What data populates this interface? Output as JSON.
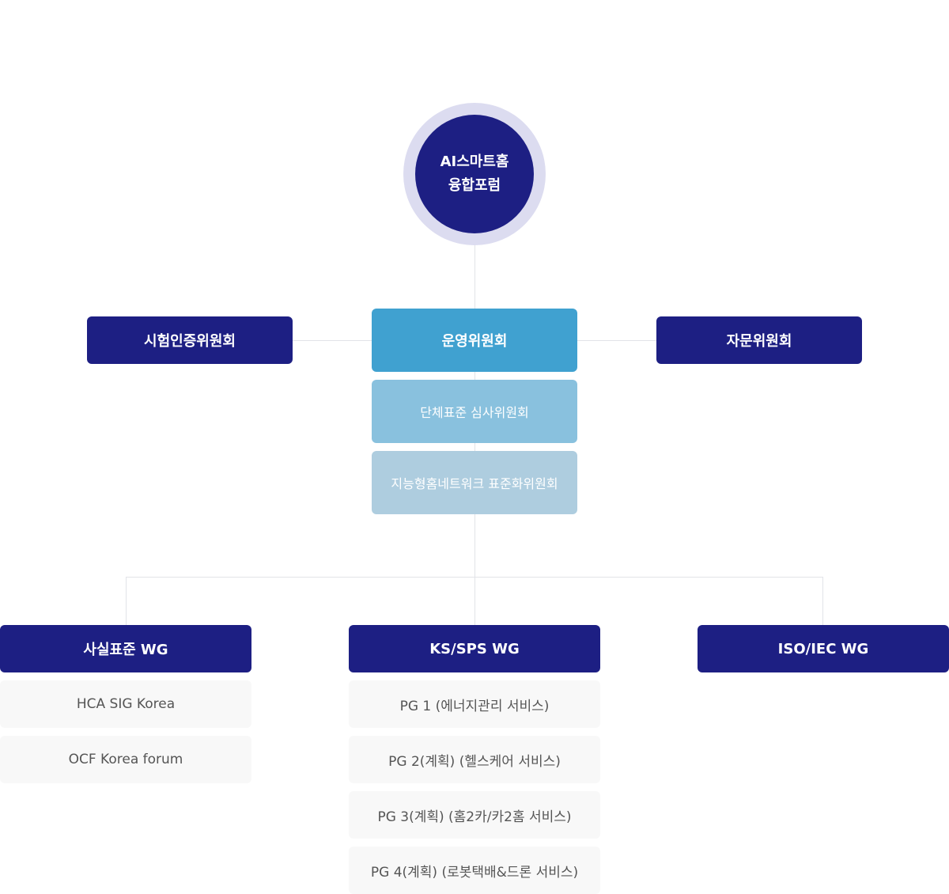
{
  "root": {
    "line1": "AI스마트홈",
    "line2": "융합포럼"
  },
  "committees": {
    "left": "시험인증위원회",
    "center": "운영위원회",
    "right": "자문위원회"
  },
  "sub_committees": {
    "first": "단체표준 심사위원회",
    "second": "지능형홈네트워크 표준화위원회"
  },
  "working_groups": [
    {
      "title": "사실표준 WG",
      "items": [
        "HCA SIG Korea",
        "OCF Korea forum"
      ]
    },
    {
      "title": "KS/SPS WG",
      "items": [
        "PG 1 (에너지관리 서비스)",
        "PG 2(계획) (헬스케어 서비스)",
        "PG 3(계획) (홈2카/카2홈 서비스)",
        "PG 4(계획) (로봇택배&드론 서비스)"
      ]
    },
    {
      "title": "ISO/IEC WG",
      "items": []
    }
  ],
  "colors": {
    "navy": "#1d1f83",
    "blue": "#40a1d0",
    "light_blue_1": "#89c1de",
    "light_blue_2": "#aecddf",
    "ring": "#dcdcf0",
    "grey_box": "#f8f8f8",
    "connector": "#e2e3e8"
  }
}
